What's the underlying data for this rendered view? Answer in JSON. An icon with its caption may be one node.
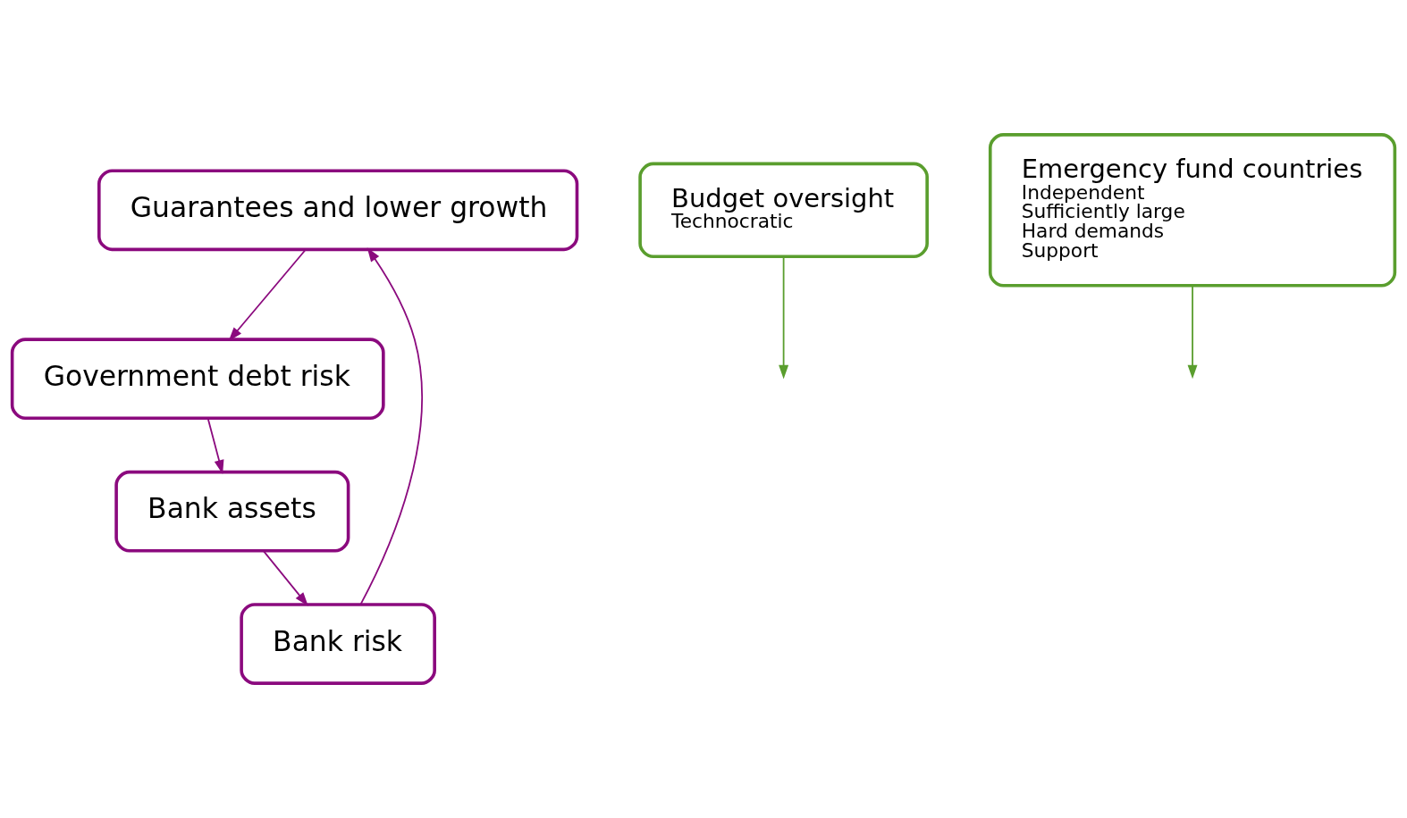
{
  "diagram": {
    "nodes": [
      {
        "text": [
          "Guarantees and lower growth"
        ]
      },
      {
        "text": [
          "Budget oversight",
          "Technocratic"
        ]
      },
      {
        "text": [
          "Bank risk"
        ]
      },
      {
        "text": [
          "Government debt risk"
        ]
      },
      {
        "text": [
          "Bank assets"
        ]
      },
      {
        "text": [
          "Emergency fund countries",
          "Independent",
          "Sufficiently large",
          "Hard demands",
          "Support"
        ]
      }
    ],
    "edges": [
      {
        "from": 0,
        "to": 3,
        "arrow": "to"
      },
      {
        "from": 3,
        "to": 4,
        "arrow": "to"
      },
      {
        "from": 4,
        "to": 2,
        "arrow": "to"
      },
      {
        "from": 2,
        "to": 0,
        "arrow": "to"
      },
      {
        "from": 1,
        "to": null,
        "arrow": "to",
        "color": "#5a9e2e"
      },
      {
        "from": 5,
        "to": null,
        "arrow": "to",
        "color": "#5a9e2e"
      }
    ]
  }
}
